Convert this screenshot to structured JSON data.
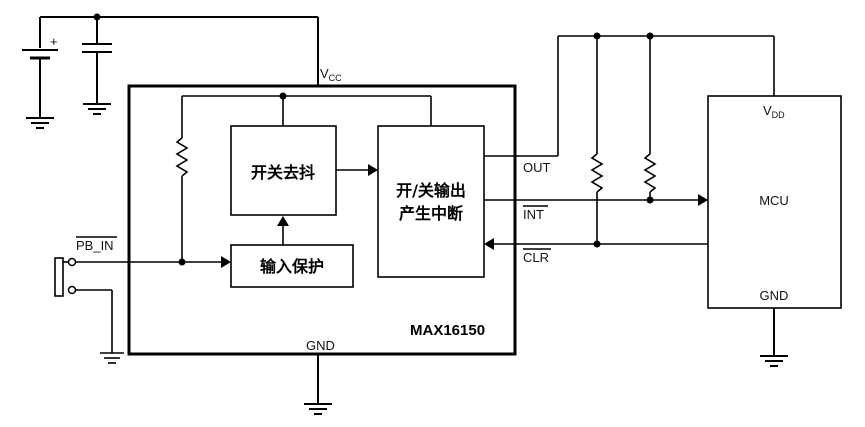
{
  "chip": {
    "part_number": "MAX16150"
  },
  "blocks": {
    "debounce": "开关去抖",
    "input_protection": "输入保护",
    "on_off_output_line1": "开/关输出",
    "on_off_output_line2": "产生中断"
  },
  "pins": {
    "vcc": "V",
    "vcc_sub": "CC",
    "gnd": "GND",
    "pb_in": "PB_IN",
    "out": "OUT",
    "int": "INT",
    "clr": "CLR"
  },
  "mcu": {
    "name": "MCU",
    "vdd": "V",
    "vdd_sub": "DD",
    "gnd": "GND"
  },
  "battery_polarity": "+"
}
